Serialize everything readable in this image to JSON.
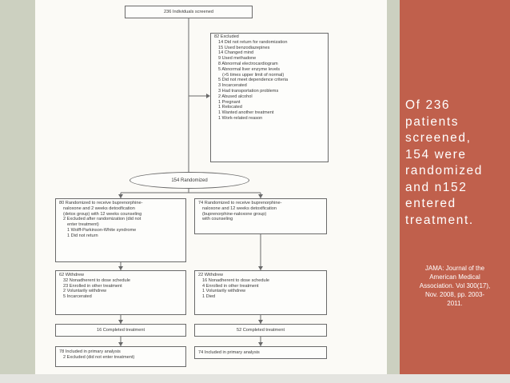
{
  "flowchart": {
    "screened": "236 Individuals screened",
    "excluded": {
      "title": "82 Excluded",
      "reasons": [
        "14 Did not return for randomization",
        "15 Used benzodiazepines",
        "14 Changed mind",
        "9 Used methadone",
        "8 Abnormal electrocardiogram",
        "5 Abnormal liver enzyme levels",
        "(>5 times upper limit of normal)",
        "5 Did not meet dependence criteria",
        "3 Incarcerated",
        "3 Had transportation problems",
        "2 Abused alcohol",
        "1 Pregnant",
        "1 Relocated",
        "1 Wanted another treatment",
        "1 Work-related reason"
      ]
    },
    "randomized": "154 Randomized",
    "left_arm": {
      "allocation": [
        "80 Randomized to receive buprenorphine-",
        "naloxone and 2 weeks detoxification",
        "(detox group) with 12 weeks counseling",
        "2 Excluded after randomization (did not",
        "enter treatment)",
        "1 Wolff-Parkinson-White syndrome",
        "1 Did not return"
      ],
      "withdrew": [
        "62 Withdrew",
        "32 Nonadherent to dose schedule",
        "23 Enrolled in other treatment",
        "2 Voluntarily withdrew",
        "5 Incarcerated"
      ],
      "completed": "16 Completed treatment",
      "analysis": [
        "78 Included in primary analysis",
        "2 Excluded (did not enter treatment)"
      ]
    },
    "right_arm": {
      "allocation": [
        "74 Randomized to receive buprenorphine-",
        "naloxone and 12 weeks detoxification",
        "(buprenorphine-naloxone group)",
        "with counseling"
      ],
      "withdrew": [
        "22 Withdrew",
        "16 Nonadherent to dose schedule",
        "4 Enrolled in other treatment",
        "1 Voluntarily withdrew",
        "1 Died"
      ],
      "completed": "52 Completed treatment",
      "analysis": "74 Included in primary analysis"
    }
  },
  "side_panel": {
    "headline": "Of 236\npatients\nscreened,\n154 were\nrandomized\nand n152\nentered\ntreatment.",
    "citation": "JAMA: Journal of the\nAmerican Medical\nAssociation. Vol 300(17),\nNov. 2008, pp. 2003-\n2011."
  },
  "colors": {
    "panel": "#c0604c",
    "band": "#ccd0c0",
    "figure_bg": "#fbfaf6",
    "box_border": "#6a6a6a"
  }
}
